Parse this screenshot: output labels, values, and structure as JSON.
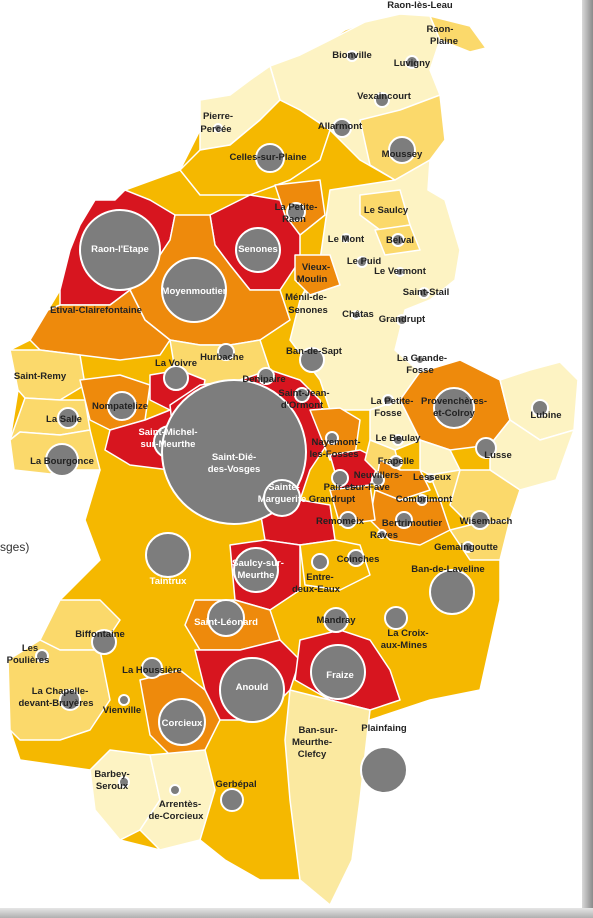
{
  "legend_fragment": "sges)",
  "colors": {
    "very_light": "#fdf3c3",
    "light": "#fbd96b",
    "medium": "#f5b800",
    "orange": "#ee8a0c",
    "red": "#d7151f",
    "circle": "#7d7d7d",
    "border": "#ffffff"
  },
  "communes": [
    {
      "name": "Raon-lès-Leau",
      "class": "very_light"
    },
    {
      "name": "Raon-sur-Plaine",
      "class": "light"
    },
    {
      "name": "Bionville",
      "class": "very_light"
    },
    {
      "name": "Luvigny",
      "class": "very_light"
    },
    {
      "name": "Vexaincourt",
      "class": "very_light"
    },
    {
      "name": "Pierre-Percée",
      "class": "very_light"
    },
    {
      "name": "Allarmont",
      "class": "very_light"
    },
    {
      "name": "Moussey",
      "class": "light"
    },
    {
      "name": "Celles-sur-Plaine",
      "class": "medium"
    },
    {
      "name": "La Petite-Raon",
      "class": "orange"
    },
    {
      "name": "Le Saulcy",
      "class": "light"
    },
    {
      "name": "Raon-l'Etape",
      "class": "red"
    },
    {
      "name": "Senones",
      "class": "red"
    },
    {
      "name": "Le Mont",
      "class": "very_light"
    },
    {
      "name": "Belval",
      "class": "light"
    },
    {
      "name": "Moyenmoutier",
      "class": "orange"
    },
    {
      "name": "Vieux-Moulin",
      "class": "orange"
    },
    {
      "name": "Le Puid",
      "class": "very_light"
    },
    {
      "name": "Le Vermont",
      "class": "very_light"
    },
    {
      "name": "Saint-Stail",
      "class": "very_light"
    },
    {
      "name": "Ménil-de-Senones",
      "class": "very_light"
    },
    {
      "name": "Châtas",
      "class": "very_light"
    },
    {
      "name": "Grandrupt",
      "class": "very_light"
    },
    {
      "name": "Etival-Clairefontaine",
      "class": "orange"
    },
    {
      "name": "Ban-de-Sapt",
      "class": "very_light"
    },
    {
      "name": "La Grande-Fosse",
      "class": "very_light"
    },
    {
      "name": "Hurbache",
      "class": "light"
    },
    {
      "name": "Saint-Remy",
      "class": "light"
    },
    {
      "name": "La Voivre",
      "class": "red"
    },
    {
      "name": "Denipaire",
      "class": "light"
    },
    {
      "name": "Saint-Jean-d'Ormont",
      "class": "very_light"
    },
    {
      "name": "La Petite-Fosse",
      "class": "very_light"
    },
    {
      "name": "Provenchères-et-Colroy",
      "class": "orange"
    },
    {
      "name": "Lubine",
      "class": "very_light"
    },
    {
      "name": "Nompatelize",
      "class": "orange"
    },
    {
      "name": "La Salle",
      "class": "light"
    },
    {
      "name": "Saint-Michel-sur-Meurthe",
      "class": "red"
    },
    {
      "name": "Saint-Dié-des-Vosges",
      "class": "red"
    },
    {
      "name": "Nayemont-les-Fosses",
      "class": "orange"
    },
    {
      "name": "Le Beulay",
      "class": "very_light"
    },
    {
      "name": "Lusse",
      "class": "very_light"
    },
    {
      "name": "La Bourgonce",
      "class": "light"
    },
    {
      "name": "Frapelle",
      "class": "light"
    },
    {
      "name": "Neuvillers-sur-Fave",
      "class": "orange"
    },
    {
      "name": "Lesseux",
      "class": "very_light"
    },
    {
      "name": "Pair-et-Grandrupt",
      "class": "red"
    },
    {
      "name": "Combrimont",
      "class": "light"
    },
    {
      "name": "Sainte-Marguerite",
      "class": "red"
    },
    {
      "name": "Remomeix",
      "class": "orange"
    },
    {
      "name": "Bertrimoutier",
      "class": "orange"
    },
    {
      "name": "Raves",
      "class": "orange"
    },
    {
      "name": "Wisembach",
      "class": "light"
    },
    {
      "name": "Gemaingoutte",
      "class": "light"
    },
    {
      "name": "Coinches",
      "class": "medium"
    },
    {
      "name": "Taintrux",
      "class": "medium"
    },
    {
      "name": "Saulcy-sur-Meurthe",
      "class": "red"
    },
    {
      "name": "Ban-de-Laveline",
      "class": "medium"
    },
    {
      "name": "Entre-deux-Eaux",
      "class": "medium"
    },
    {
      "name": "Saint-Léonard",
      "class": "orange"
    },
    {
      "name": "Mandray",
      "class": "medium"
    },
    {
      "name": "La Croix-aux-Mines",
      "class": "medium"
    },
    {
      "name": "Biffontaine",
      "class": "light"
    },
    {
      "name": "Les Poulières",
      "class": "light"
    },
    {
      "name": "La Houssière",
      "class": "medium"
    },
    {
      "name": "Fraize",
      "class": "red"
    },
    {
      "name": "Anould",
      "class": "red"
    },
    {
      "name": "La Chapelle-devant-Bruyères",
      "class": "light"
    },
    {
      "name": "Vienville",
      "class": "light"
    },
    {
      "name": "Corcieux",
      "class": "orange"
    },
    {
      "name": "Plainfaing",
      "class": "medium"
    },
    {
      "name": "Ban-sur-Meurthe-Clefcy",
      "class": "very_light"
    },
    {
      "name": "Barbey-Seroux",
      "class": "very_light"
    },
    {
      "name": "Arrentès-de-Corcieux",
      "class": "very_light"
    },
    {
      "name": "Gerbépal",
      "class": "medium"
    }
  ]
}
